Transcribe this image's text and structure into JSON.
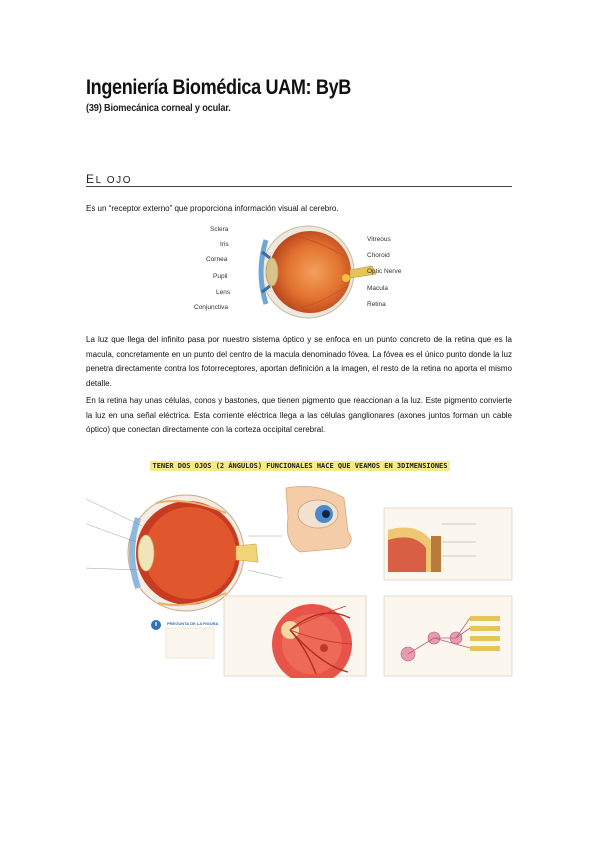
{
  "header": {
    "title": "Ingeniería Biomédica UAM: ByB",
    "subtitle": "(39) Biomecánica corneal y ocular."
  },
  "section": {
    "heading_initial": "E",
    "heading_rest": "L OJO"
  },
  "intro": "Es un “receptor externo” que proporciona información visual al cerebro.",
  "figure1": {
    "labels_left": [
      "Sclera",
      "Iris",
      "Cornea",
      "Pupil",
      "Lens",
      "Conjunctiva"
    ],
    "labels_right": [
      "Vitreous",
      "Choroid",
      "Optic Nerve",
      "Macula",
      "Retina"
    ]
  },
  "paragraphs": [
    "La luz que llega del infinito pasa por nuestro sistema óptico y se enfoca en un punto concreto de la retina que es la macula, concretamente en un punto del centro de la macula denominado fóvea. La fóvea es el único punto donde la luz penetra directamente contra los fotorreceptores, aportan definición a la imagen, el resto de la retina no aporta el mismo detalle.",
    "En la retina hay unas células, conos y bastones, que tienen pigmento que reaccionan a la luz. Este pigmento convierte la luz en una señal eléctrica. Esta corriente eléctrica llega a las células ganglionares (axones juntos forman un cable óptico) que conectan directamente con la corteza occipital cerebral."
  ],
  "figure2": {
    "caption": "TENER DOS OJOS (2 ÁNGULOS) FUNCIONALES HACE QUE VEAMOS EN 3DIMENSIONES",
    "question": "PREGUNTA DE LA FIGURA"
  },
  "colors": {
    "highlight": "#f6e98a",
    "eye_red": "#d9562f",
    "sclera": "#f1ece4",
    "iris_blue": "#4e7fb4",
    "retina_bg": "#e8534a"
  }
}
